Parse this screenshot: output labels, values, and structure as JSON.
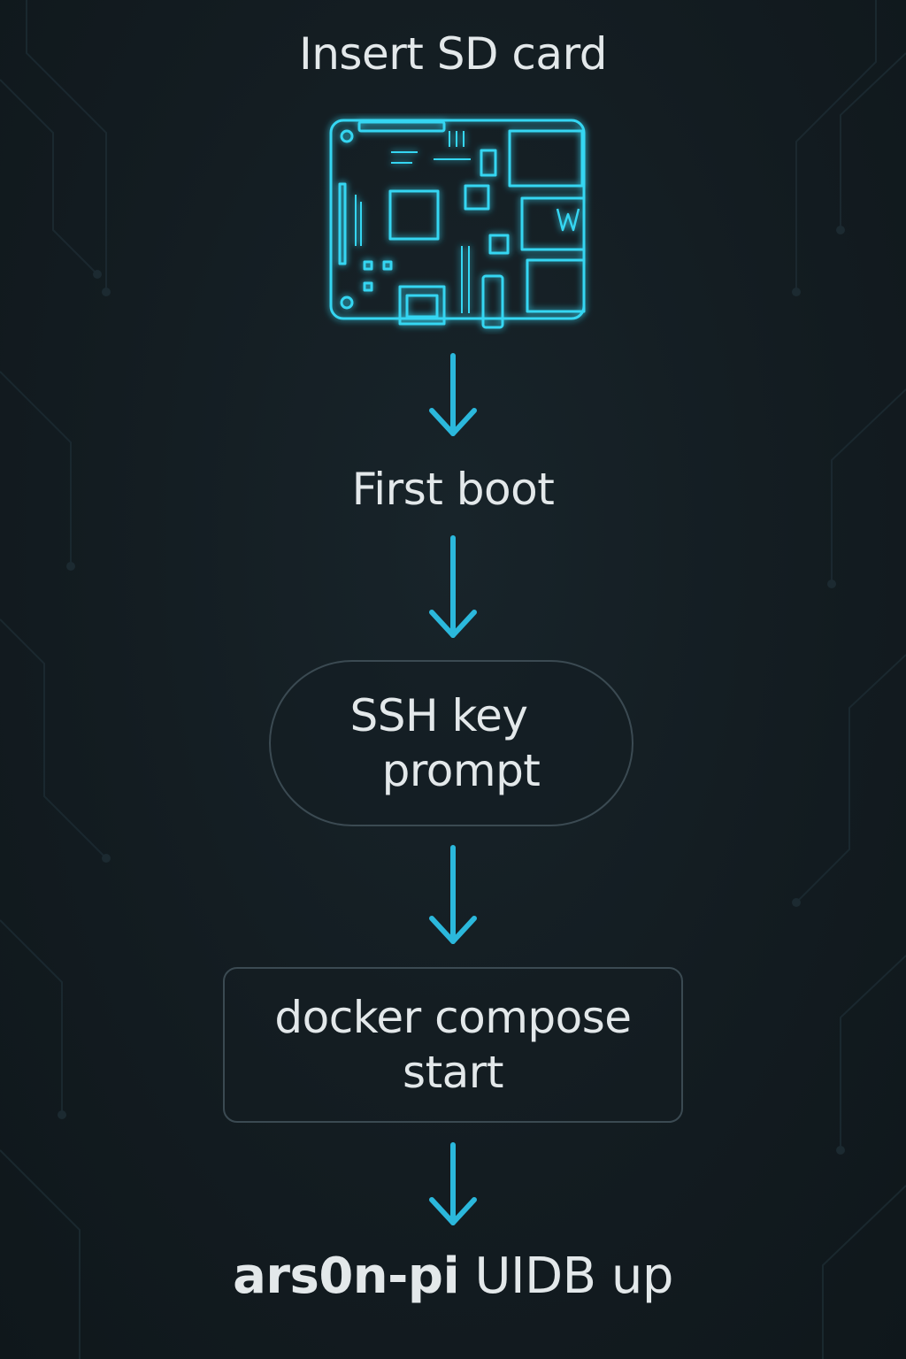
{
  "steps": [
    {
      "label": "Insert SD card"
    },
    {
      "label": "First boot"
    },
    {
      "label_line1": "SSH key",
      "label_line2": "prompt"
    },
    {
      "label_line1": "docker compose",
      "label_line2": "start"
    }
  ],
  "final": {
    "label_bold": "ars0n-pi",
    "label_normal": "UIDB up"
  },
  "icons": {
    "board": "raspberry-pi-board-icon",
    "arrow": "arrow-down-icon"
  },
  "colors": {
    "background": "#131c21",
    "accent": "#2bb8dc",
    "board_glow": "#36d6f2",
    "text": "#e3e8ea",
    "box_border": "#3b4a52"
  }
}
